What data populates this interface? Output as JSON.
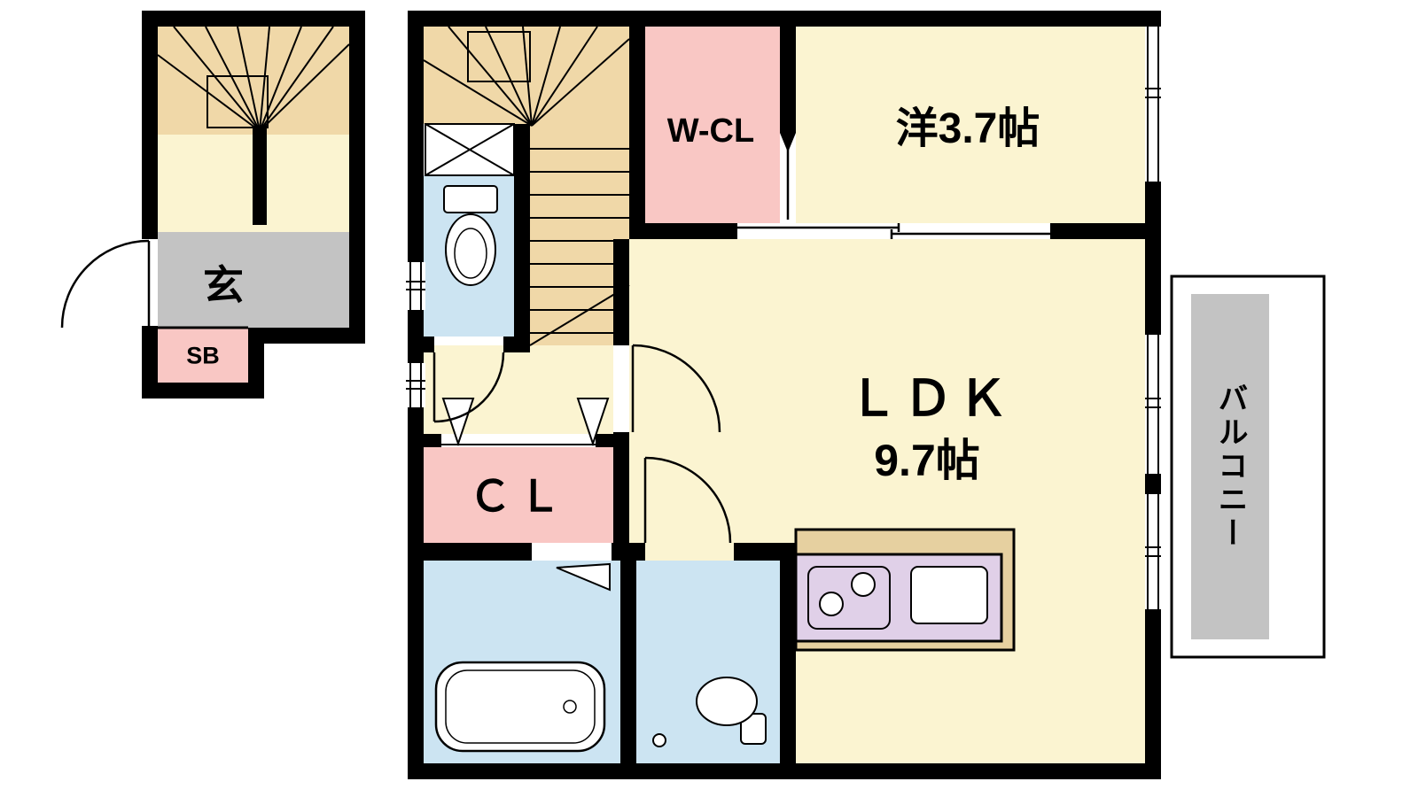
{
  "plan": {
    "type": "apartment-floor-plan",
    "labels": {
      "entrance": "玄",
      "shoe_box": "SB",
      "walk_in_closet": "W-CL",
      "western_room": "洋3.7帖",
      "ldk_name": "ＬＤＫ",
      "ldk_size": "9.7帖",
      "closet": "ＣＬ",
      "balcony": "バルコニー"
    },
    "colors": {
      "wall": "#000000",
      "flooring": "#FBF4D1",
      "stairs": "#F0D8A8",
      "closet": "#F9C7C4",
      "wet_area": "#CCE4F2",
      "entrance_floor": "#C3C3C3",
      "kitchen_counter": "#E0D0E8",
      "counter_base": "#E6D0A0",
      "balcony_floor": "#C3C3C3"
    },
    "icons": {
      "stairs": "stairs-icon",
      "toilet": "toilet-icon",
      "bathtub": "bathtub-icon",
      "washbasin": "washbasin-icon",
      "stove": "stove-icon",
      "kitchen_sink": "kitchen-sink-icon",
      "pipe_space": "pipe-space-icon",
      "door": "door-arc-icon",
      "window": "window-icon"
    }
  }
}
